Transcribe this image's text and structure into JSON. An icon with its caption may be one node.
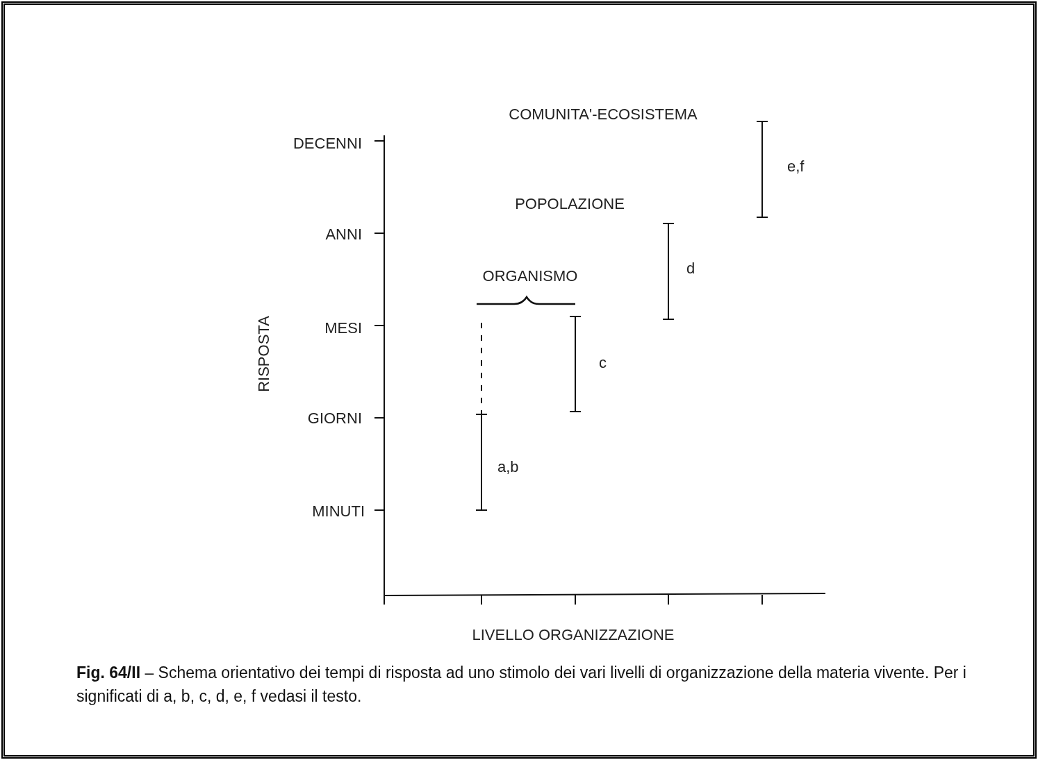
{
  "diagram": {
    "caption": "**Fig. 64/II** – Schema orientativo dei tempi di risposta ad uno stimolo dei vari livelli di organizzazione della materia vivente. Per i significati di a, b, c, d, e, f vedasi il testo.",
    "labels": [
      "COMUNITA'-ECOSISTEMA",
      "DECENNI",
      "e,f",
      "POPOLAZIONE",
      "ANNI",
      "d",
      "ORGANISMO",
      "RISPOSTA",
      "MESI",
      "c",
      "GIORNI",
      "a,b",
      "MINUTI",
      "LIVELLO ORGANIZZAZIONE"
    ]
  }
}
